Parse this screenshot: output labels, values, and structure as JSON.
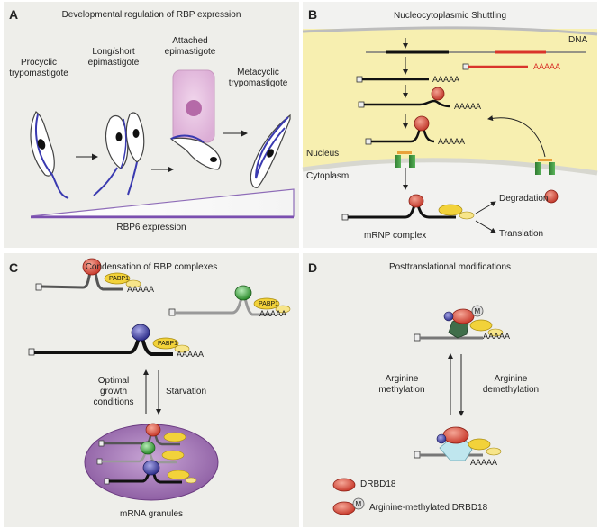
{
  "panel_a": {
    "letter": "A",
    "title": "Developmental regulation of RBP expression",
    "stages": [
      "Procyclic\ntrypomastigote",
      "Long/short\nepimastigote",
      "Attached\nepimastigote",
      "Metacyclic\ntrypomastigote"
    ],
    "expression_label": "RBP6 expression"
  },
  "panel_b": {
    "letter": "B",
    "title": "Nucleocytoplasmic Shuttling",
    "dna_label": "DNA",
    "polya": "AAAAA",
    "nucleus_label": "Nucleus",
    "cytoplasm_label": "Cytoplasm",
    "mrnp_label": "mRNP complex",
    "fates": [
      "Degradation",
      "Translation"
    ]
  },
  "panel_c": {
    "letter": "C",
    "title": "Condensation of RBP complexes",
    "pabp_label": "PABP1",
    "polya": "AAAAA",
    "left_arrow_label": "Optimal\ngrowth\nconditions",
    "right_arrow_label": "Starvation",
    "granules_label": "mRNA granules"
  },
  "panel_d": {
    "letter": "D",
    "title": "Posttranslational modifications",
    "methyl_mark": "M",
    "polya": "AAAAA",
    "left_arrow_label": "Arginine\nmethylation",
    "right_arrow_label": "Arginine\ndemethylation",
    "legend": [
      "DRBD18",
      "Arginine-methylated DRBD18"
    ]
  }
}
